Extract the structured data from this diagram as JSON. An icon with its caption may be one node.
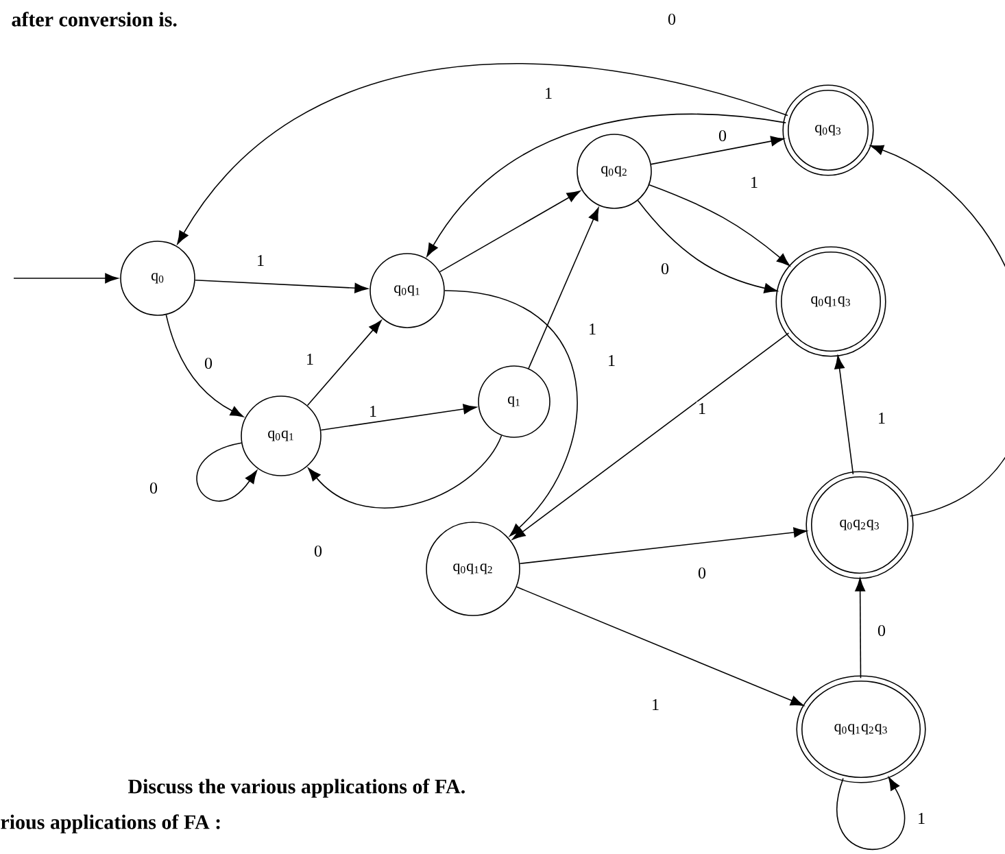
{
  "diagram": {
    "nodes": [
      {
        "text": [
          "q$_{0}$"
        ]
      },
      {
        "text": [
          "q$_{0}$q$_{1}$"
        ]
      },
      {
        "text": [
          "q$_{0}$q$_{2}$"
        ]
      },
      {
        "text": [
          "q$_{0}$q$_{3}$"
        ]
      },
      {
        "text": [
          "q$_{0}$q$_{1}$q$_{3}$"
        ]
      },
      {
        "text": [
          "q$_{0}$q$_{1}$"
        ]
      },
      {
        "text": [
          "q$_{1}$"
        ]
      },
      {
        "text": [
          "q$_{0}$q$_{1}$q$_{2}$"
        ]
      },
      {
        "text": [
          "q$_{0}$q$_{2}$q$_{3}$"
        ]
      },
      {
        "text": [
          "q$_{0}$q$_{1}$q$_{2}$q$_{3}$"
        ]
      }
    ],
    "edges": [
      {
        "from": null,
        "to": 0,
        "arrow": "to"
      },
      {
        "from": 0,
        "to": 1,
        "arrow": "to",
        "label": "1"
      },
      {
        "from": 0,
        "to": 5,
        "arrow": "to",
        "label": "0"
      },
      {
        "from": 5,
        "to": 5,
        "arrow": "to",
        "label": "0"
      },
      {
        "from": 5,
        "to": 1,
        "arrow": "to",
        "label": "1"
      },
      {
        "from": 5,
        "to": 6,
        "arrow": "to",
        "label": "1"
      },
      {
        "from": 6,
        "to": 2,
        "arrow": "to",
        "label": "1"
      },
      {
        "from": 6,
        "to": 5,
        "arrow": "to",
        "label": "0"
      },
      {
        "from": 1,
        "to": 2,
        "arrow": "to"
      },
      {
        "from": 1,
        "to": 7,
        "arrow": "to",
        "label": "1"
      },
      {
        "from": 2,
        "to": 3,
        "arrow": "to",
        "label": "0"
      },
      {
        "from": 2,
        "to": 4,
        "arrow": "to",
        "label": "1"
      },
      {
        "from": 2,
        "to": 4,
        "arrow": "to",
        "label": "0"
      },
      {
        "from": 3,
        "to": 0,
        "arrow": "to",
        "label": "0"
      },
      {
        "from": 3,
        "to": 1,
        "arrow": "to",
        "label": "1"
      },
      {
        "from": 4,
        "to": 7,
        "arrow": "to",
        "label": "1"
      },
      {
        "from": 7,
        "to": 8,
        "arrow": "to",
        "label": "0"
      },
      {
        "from": 7,
        "to": 9,
        "arrow": "to",
        "label": "1"
      },
      {
        "from": 8,
        "to": 4,
        "arrow": "to",
        "label": "1"
      },
      {
        "from": 9,
        "to": 8,
        "arrow": "to",
        "label": "0"
      },
      {
        "from": 9,
        "to": 9,
        "arrow": "to",
        "label": "1"
      },
      {
        "from": 8,
        "to": 3,
        "arrow": "to"
      }
    ],
    "labels": [
      "after conversion is.",
      "Discuss the various applications of FA.",
      "rious applications of FA :"
    ]
  }
}
